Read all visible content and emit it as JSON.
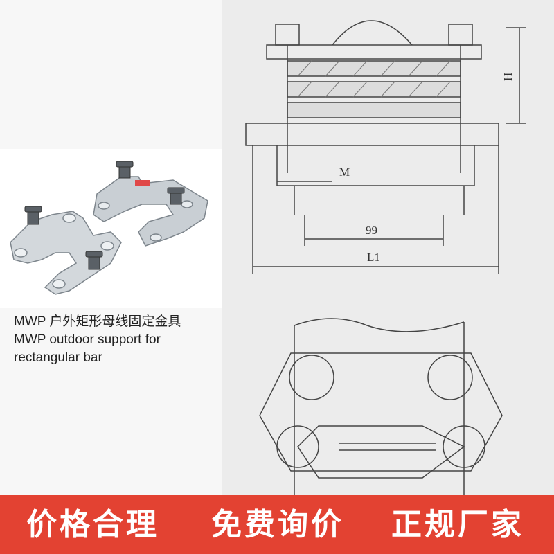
{
  "caption": {
    "line1": "MWP 户外矩形母线固定金具",
    "line2": "MWP outdoor support for",
    "line3": "rectangular bar"
  },
  "drawing": {
    "label_H": "H",
    "label_M": "M",
    "label_99": "99",
    "label_L1": "L1"
  },
  "banner": {
    "phrase1": "价格合理",
    "phrase2": "免费询价",
    "phrase3": "正规厂家",
    "color": "#e34232"
  }
}
